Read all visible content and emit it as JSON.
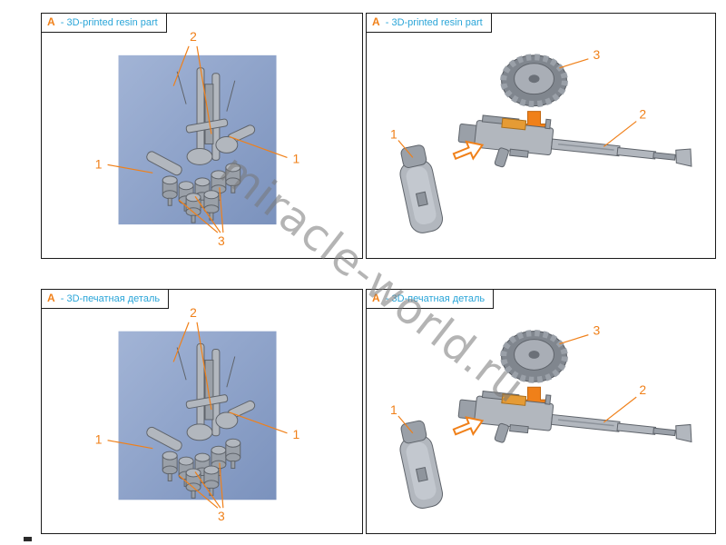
{
  "sheet": {
    "watermark_text": "miracle-world.ru"
  },
  "panels": {
    "top_left": {
      "label_letter": "A",
      "label_text": "- 3D-printed resin part"
    },
    "top_right": {
      "label_letter": "A",
      "label_text": "- 3D-printed resin part"
    },
    "bottom_left": {
      "label_letter": "A",
      "label_text": "- 3D-печатная деталь"
    },
    "bottom_right": {
      "label_letter": "A",
      "label_text": "- 3D-печатная деталь"
    }
  },
  "callouts": {
    "part1": "1",
    "part2": "2",
    "part3": "3"
  },
  "colors": {
    "accent": "#F08019",
    "label_blue": "#2AA5D8",
    "render_background": "#8CA2C6",
    "watermark": "#787878"
  }
}
